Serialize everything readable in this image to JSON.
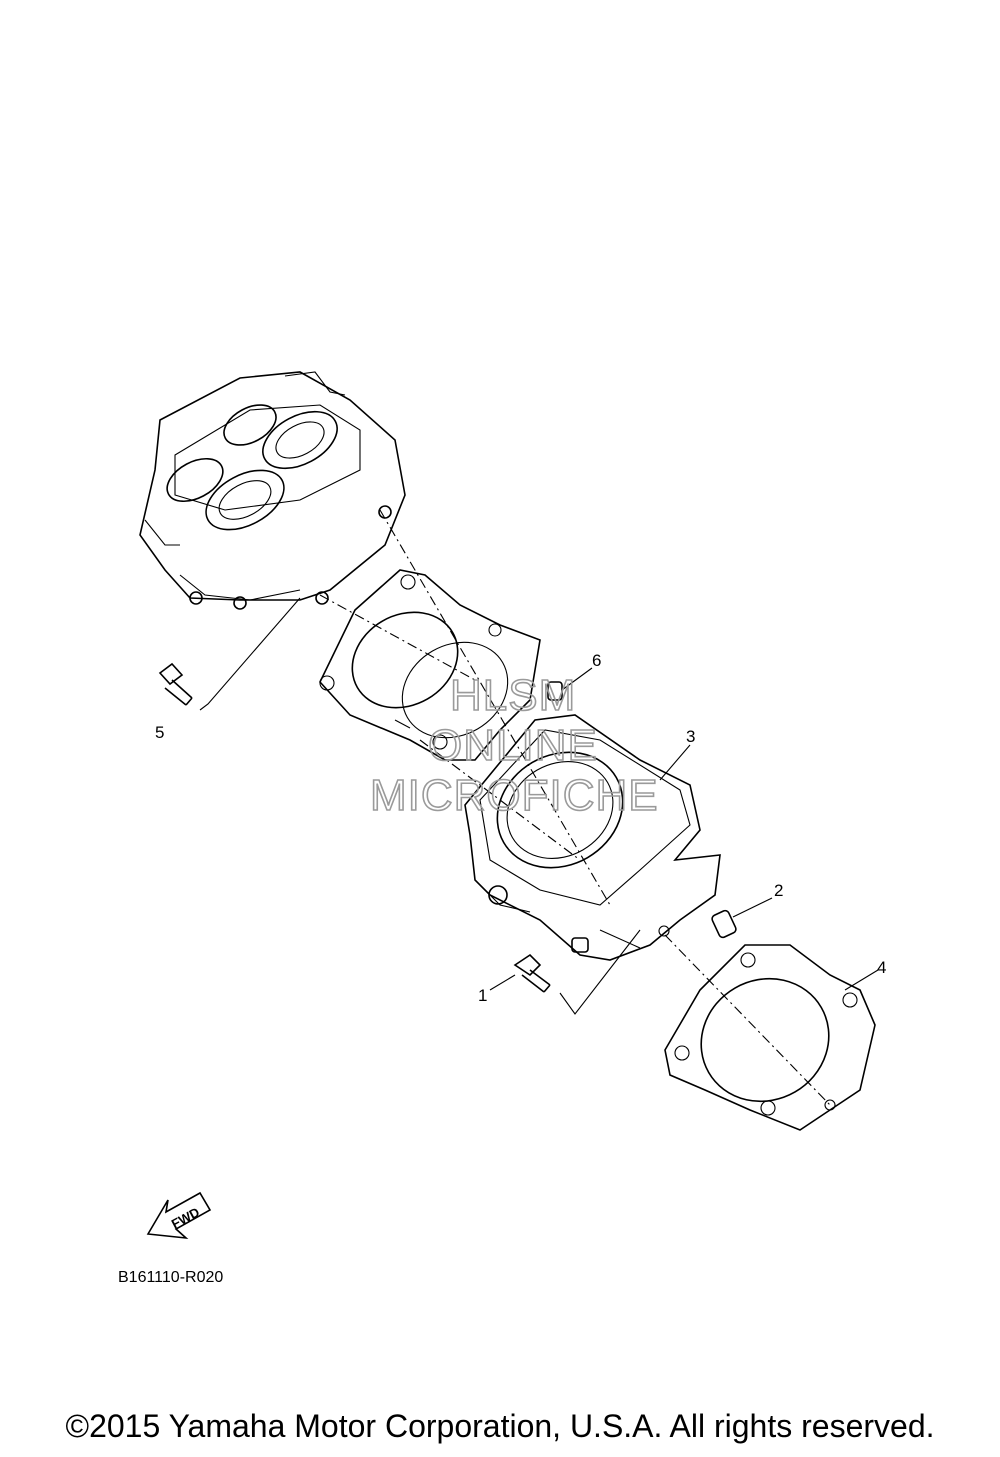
{
  "callouts": [
    {
      "id": "1",
      "text": "1"
    },
    {
      "id": "2",
      "text": "2"
    },
    {
      "id": "3",
      "text": "3"
    },
    {
      "id": "4",
      "text": "4"
    },
    {
      "id": "5",
      "text": "5"
    },
    {
      "id": "6",
      "text": "6"
    }
  ],
  "watermark": {
    "line1": "HLSM",
    "line2": "ONLINE",
    "line3": "MICROFICHE"
  },
  "fwd_arrow_text": "FWD",
  "diagram_code": "B161110-R020",
  "copyright": "©2015 Yamaha Motor Corporation, U.S.A. All rights reserved."
}
